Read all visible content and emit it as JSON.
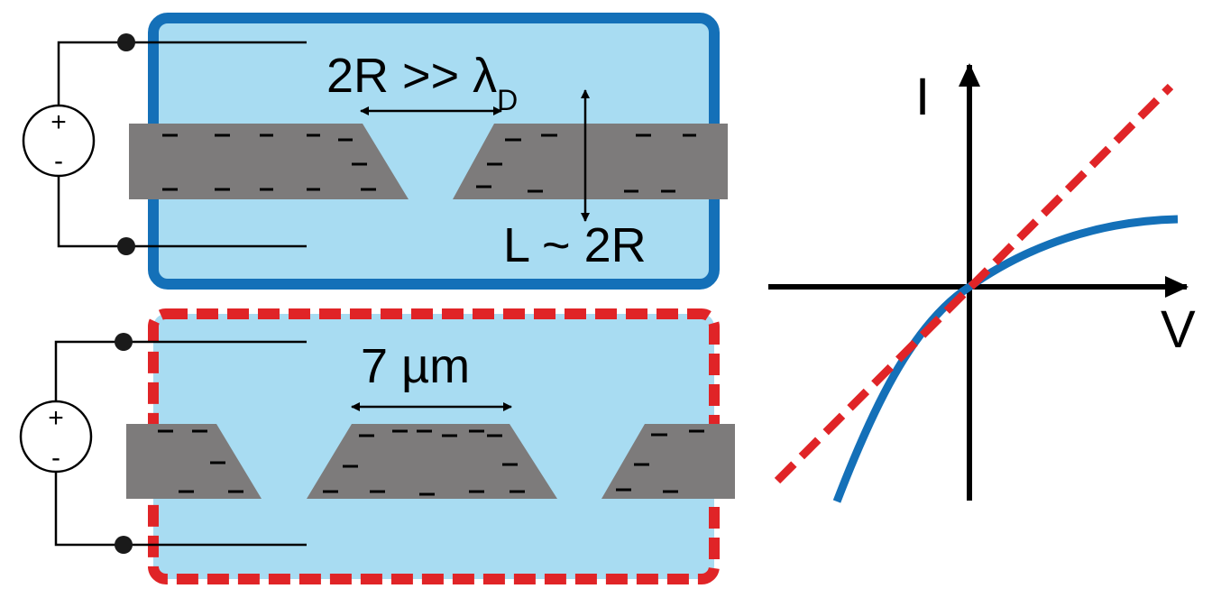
{
  "top_panel": {
    "plus_label": "+",
    "minus_label": "-",
    "width_label_main": "2R >> λ",
    "width_label_sub": "D",
    "length_label": "L ~ 2R",
    "border_color": "#1470b8",
    "fill_color": "#a8dcf2"
  },
  "bottom_panel": {
    "plus_label": "+",
    "minus_label": "-",
    "spacing_label": "7 µm",
    "border_color": "#e02427",
    "fill_color": "#a8dcf2"
  },
  "iv_plot": {
    "x_axis_label": "V",
    "y_axis_label": "I",
    "curve_colors": {
      "solid": "#1470b8",
      "dashed": "#e02427"
    }
  },
  "membrane_color": "#7d7b7b"
}
